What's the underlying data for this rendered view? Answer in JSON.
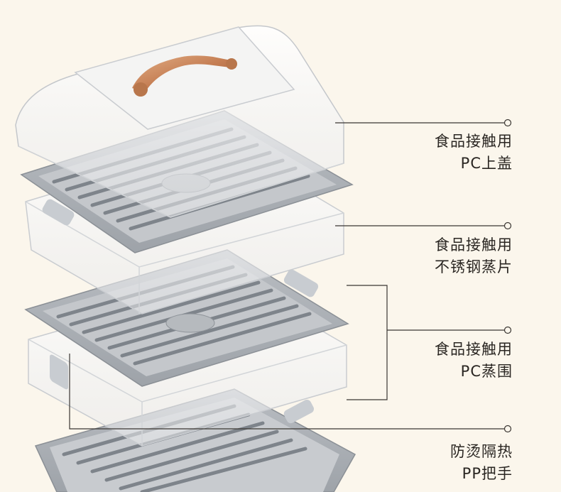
{
  "callouts": [
    {
      "line1": "食品接触用",
      "line2": "PC上盖"
    },
    {
      "line1": "食品接触用",
      "line2": "不锈钢蒸片"
    },
    {
      "line1": "食品接触用",
      "line2": "PC蒸围"
    },
    {
      "line1": "防烫隔热",
      "line2": "PP把手"
    }
  ],
  "colors": {
    "background": "#fbf6ec",
    "leader_line": "#3a3632",
    "text": "#2a2622",
    "handle": "#c98a61",
    "tray": "#a9adb3",
    "grill": "#8f949b"
  }
}
